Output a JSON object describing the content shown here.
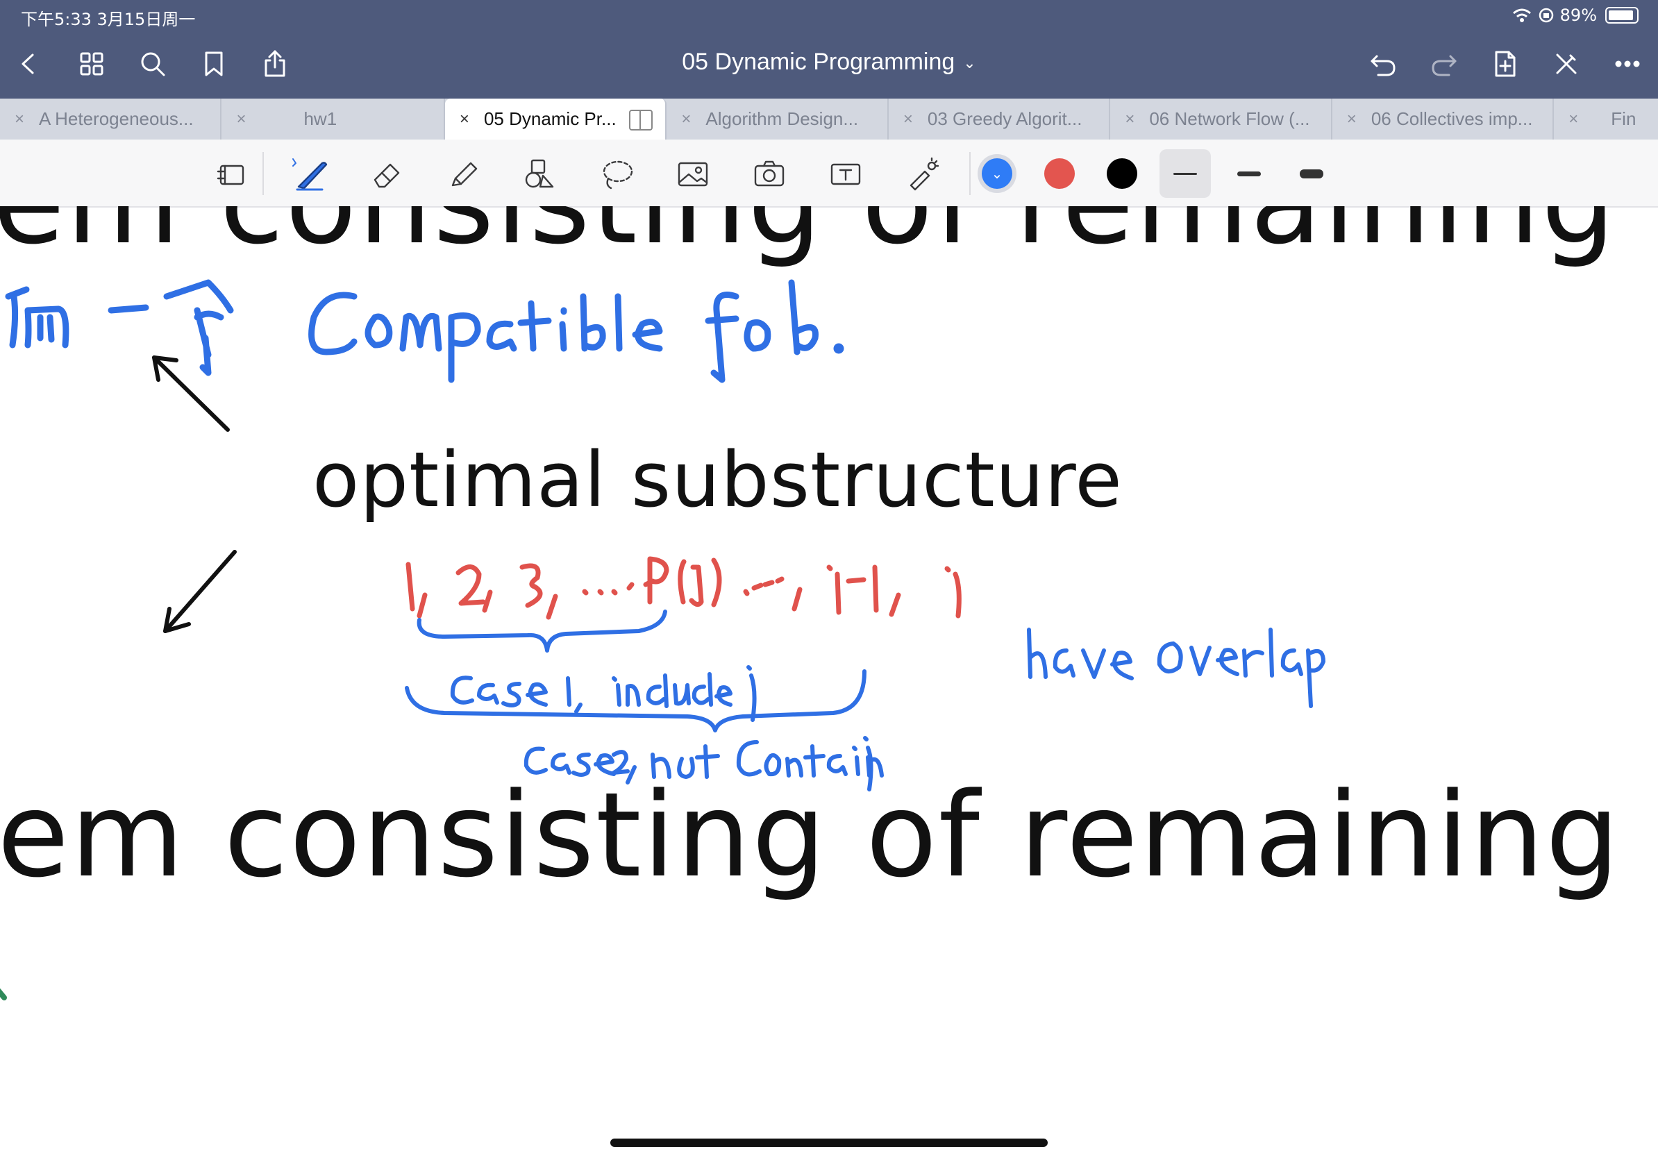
{
  "status": {
    "time": "下午5:33  3月15日周一",
    "battery": "89%"
  },
  "header": {
    "title": "05 Dynamic Programming",
    "title_chevron": "⌄"
  },
  "tabs": [
    {
      "label": "A Heterogeneous...",
      "active": false
    },
    {
      "label": "hw1",
      "active": false
    },
    {
      "label": "05 Dynamic Pr...",
      "active": true
    },
    {
      "label": "Algorithm Design...",
      "active": false
    },
    {
      "label": "03 Greedy Algorit...",
      "active": false
    },
    {
      "label": "06 Network Flow (...",
      "active": false
    },
    {
      "label": "06 Collectives imp...",
      "active": false
    },
    {
      "label": "Fin",
      "active": false
    }
  ],
  "tab_close_glyph": "×",
  "toolbar": {
    "tools": [
      "read-mode-icon",
      "pen-icon",
      "eraser-icon",
      "highlighter-icon",
      "shapes-icon",
      "lasso-icon",
      "image-icon",
      "camera-icon",
      "text-icon",
      "laser-pointer-icon"
    ],
    "colors": [
      "#2f7cf6",
      "#e3554f",
      "#000000"
    ],
    "selected_color": "#2f7cf6",
    "selected_check": "⌄"
  },
  "canvas": {
    "top_text": "em consisting of remaining",
    "middle_text": "optimal substructure",
    "bottom_text": "em consisting of remaining",
    "ink_colors": {
      "blue": "#2f6fe4",
      "red": "#e0524c",
      "black": "#111111"
    }
  }
}
